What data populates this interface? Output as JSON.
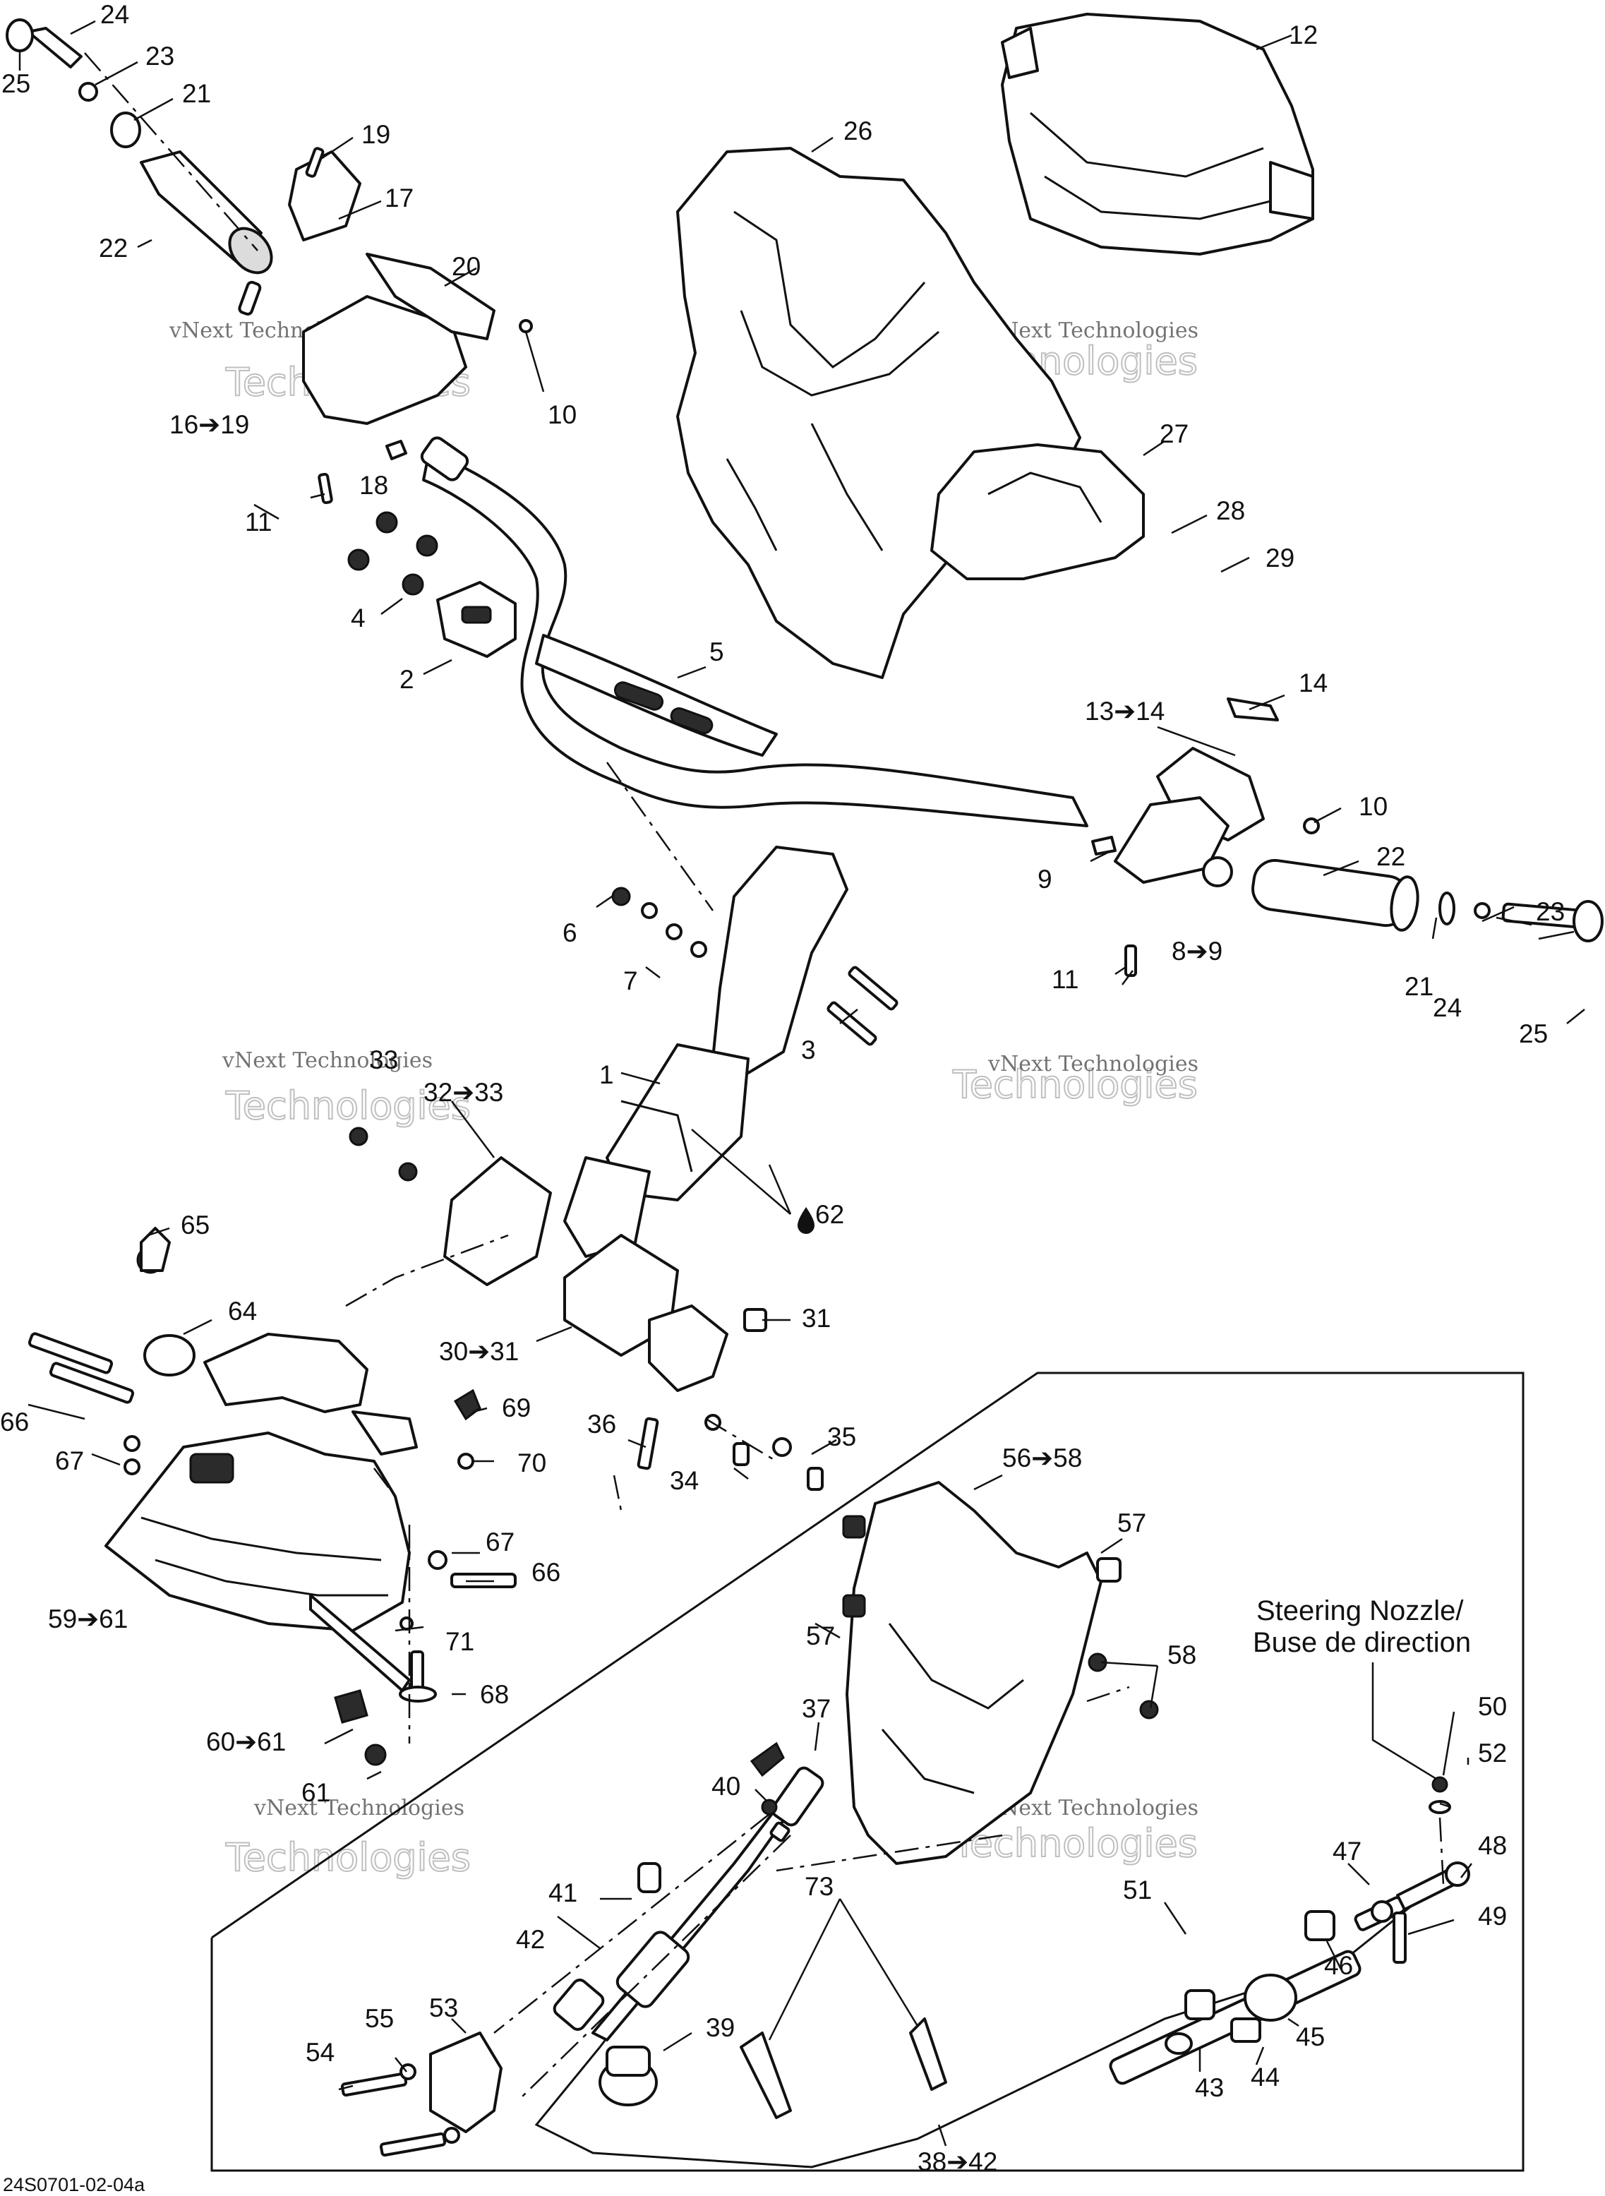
{
  "callouts": [
    {
      "id": "c24",
      "text": "24"
    },
    {
      "id": "c25a",
      "text": "25"
    },
    {
      "id": "c23a",
      "text": "23"
    },
    {
      "id": "c21a",
      "text": "21"
    },
    {
      "id": "c19",
      "text": "19"
    },
    {
      "id": "c17",
      "text": "17"
    },
    {
      "id": "c22a",
      "text": "22"
    },
    {
      "id": "c20",
      "text": "20"
    },
    {
      "id": "c10a",
      "text": "10"
    },
    {
      "id": "c16",
      "text": "16➔19"
    },
    {
      "id": "c18",
      "text": "18"
    },
    {
      "id": "c11a",
      "text": "11"
    },
    {
      "id": "c4",
      "text": "4"
    },
    {
      "id": "c2",
      "text": "2"
    },
    {
      "id": "c5",
      "text": "5"
    },
    {
      "id": "c26",
      "text": "26"
    },
    {
      "id": "c12",
      "text": "12"
    },
    {
      "id": "c27",
      "text": "27"
    },
    {
      "id": "c28",
      "text": "28"
    },
    {
      "id": "c29",
      "text": "29"
    },
    {
      "id": "c14",
      "text": "14"
    },
    {
      "id": "c13",
      "text": "13➔14"
    },
    {
      "id": "c10b",
      "text": "10"
    },
    {
      "id": "c9",
      "text": "9"
    },
    {
      "id": "c22b",
      "text": "22"
    },
    {
      "id": "c23b",
      "text": "23"
    },
    {
      "id": "c89",
      "text": "8➔9"
    },
    {
      "id": "c11b",
      "text": "11"
    },
    {
      "id": "c21b",
      "text": "21"
    },
    {
      "id": "c24b",
      "text": "24"
    },
    {
      "id": "c25b",
      "text": "25"
    },
    {
      "id": "c6",
      "text": "6"
    },
    {
      "id": "c7",
      "text": "7"
    },
    {
      "id": "c3",
      "text": "3"
    },
    {
      "id": "c1",
      "text": "1"
    },
    {
      "id": "c33",
      "text": "33"
    },
    {
      "id": "c3233",
      "text": "32➔33"
    },
    {
      "id": "c62",
      "text": "62"
    },
    {
      "id": "c65",
      "text": "65"
    },
    {
      "id": "c64",
      "text": "64"
    },
    {
      "id": "c3031",
      "text": "30➔31"
    },
    {
      "id": "c31",
      "text": "31"
    },
    {
      "id": "c66a",
      "text": "66"
    },
    {
      "id": "c67a",
      "text": "67"
    },
    {
      "id": "c69",
      "text": "69"
    },
    {
      "id": "c70",
      "text": "70"
    },
    {
      "id": "c36",
      "text": "36"
    },
    {
      "id": "c35",
      "text": "35"
    },
    {
      "id": "c34",
      "text": "34"
    },
    {
      "id": "c5658",
      "text": "56➔58"
    },
    {
      "id": "c57a",
      "text": "57"
    },
    {
      "id": "c67b",
      "text": "67"
    },
    {
      "id": "c66b",
      "text": "66"
    },
    {
      "id": "c5961",
      "text": "59➔61"
    },
    {
      "id": "c71",
      "text": "71"
    },
    {
      "id": "c68",
      "text": "68"
    },
    {
      "id": "c57b",
      "text": "57"
    },
    {
      "id": "c58",
      "text": "58"
    },
    {
      "id": "c6061",
      "text": "60➔61"
    },
    {
      "id": "c61",
      "text": "61"
    },
    {
      "id": "c37",
      "text": "37"
    },
    {
      "id": "c40",
      "text": "40"
    },
    {
      "id": "c50",
      "text": "50"
    },
    {
      "id": "c52",
      "text": "52"
    },
    {
      "id": "c47",
      "text": "47"
    },
    {
      "id": "c48",
      "text": "48"
    },
    {
      "id": "c49",
      "text": "49"
    },
    {
      "id": "c41",
      "text": "41"
    },
    {
      "id": "c42",
      "text": "42"
    },
    {
      "id": "c51",
      "text": "51"
    },
    {
      "id": "c46",
      "text": "46"
    },
    {
      "id": "c73",
      "text": "73"
    },
    {
      "id": "c53",
      "text": "53"
    },
    {
      "id": "c39",
      "text": "39"
    },
    {
      "id": "c45",
      "text": "45"
    },
    {
      "id": "c54",
      "text": "54"
    },
    {
      "id": "c55",
      "text": "55"
    },
    {
      "id": "c43",
      "text": "43"
    },
    {
      "id": "c44",
      "text": "44"
    },
    {
      "id": "c3842",
      "text": "38➔42"
    }
  ],
  "note": {
    "line1": "Steering Nozzle/",
    "line2": "Buse de direction"
  },
  "watermark": {
    "line1": "vNext Technologies",
    "line2": "Technologies",
    "line3": "vNext"
  },
  "drawing_code": "24S0701-02-04a"
}
